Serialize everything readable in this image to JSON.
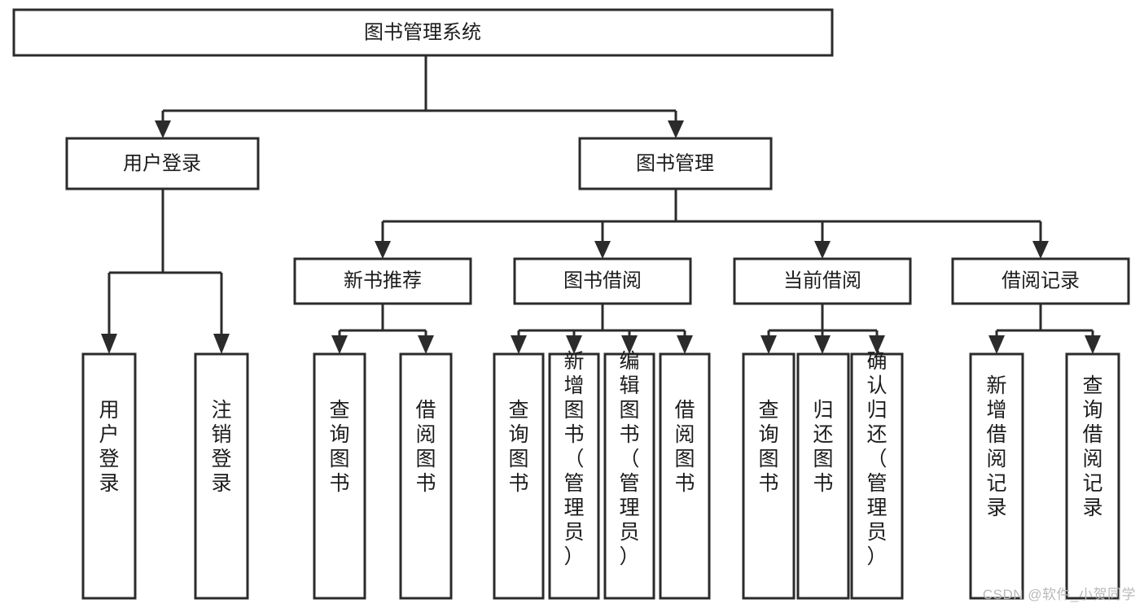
{
  "diagram": {
    "type": "hierarchy-tree",
    "title": "图书管理系统",
    "root": {
      "id": "root",
      "label": "图书管理系统"
    },
    "level2": [
      {
        "id": "user-login",
        "label": "用户登录"
      },
      {
        "id": "book-manage",
        "label": "图书管理"
      }
    ],
    "level3": [
      {
        "id": "new-book-rec",
        "label": "新书推荐",
        "parent": "book-manage"
      },
      {
        "id": "book-borrow",
        "label": "图书借阅",
        "parent": "book-manage"
      },
      {
        "id": "current-borrow",
        "label": "当前借阅",
        "parent": "book-manage"
      },
      {
        "id": "borrow-record",
        "label": "借阅记录",
        "parent": "book-manage"
      }
    ],
    "leaves": {
      "user_login": [
        {
          "id": "leaf-user-login",
          "label": "用户登录"
        },
        {
          "id": "leaf-logout",
          "label": "注销登录"
        }
      ],
      "new_book_rec": [
        {
          "id": "leaf-query-book-1",
          "label": "查询图书"
        },
        {
          "id": "leaf-borrow-book-1",
          "label": "借阅图书"
        }
      ],
      "book_borrow": [
        {
          "id": "leaf-query-book-2",
          "label": "查询图书"
        },
        {
          "id": "leaf-add-book",
          "label": "新增图书（管理员）"
        },
        {
          "id": "leaf-edit-book",
          "label": "编辑图书（管理员）"
        },
        {
          "id": "leaf-borrow-book-2",
          "label": "借阅图书"
        }
      ],
      "current_borrow": [
        {
          "id": "leaf-query-book-3",
          "label": "查询图书"
        },
        {
          "id": "leaf-return-book",
          "label": "归还图书"
        },
        {
          "id": "leaf-confirm-return",
          "label": "确认归还（管理员）"
        }
      ],
      "borrow_record": [
        {
          "id": "leaf-add-record",
          "label": "新增借阅记录"
        },
        {
          "id": "leaf-query-record",
          "label": "查询借阅记录"
        }
      ]
    }
  },
  "watermark": {
    "text": "CSDN @软件_小贺同学"
  },
  "colors": {
    "background": "#ffffff",
    "stroke": "#2b2b2b",
    "text": "#1c1c1c",
    "watermark": "#b9b9b9"
  }
}
